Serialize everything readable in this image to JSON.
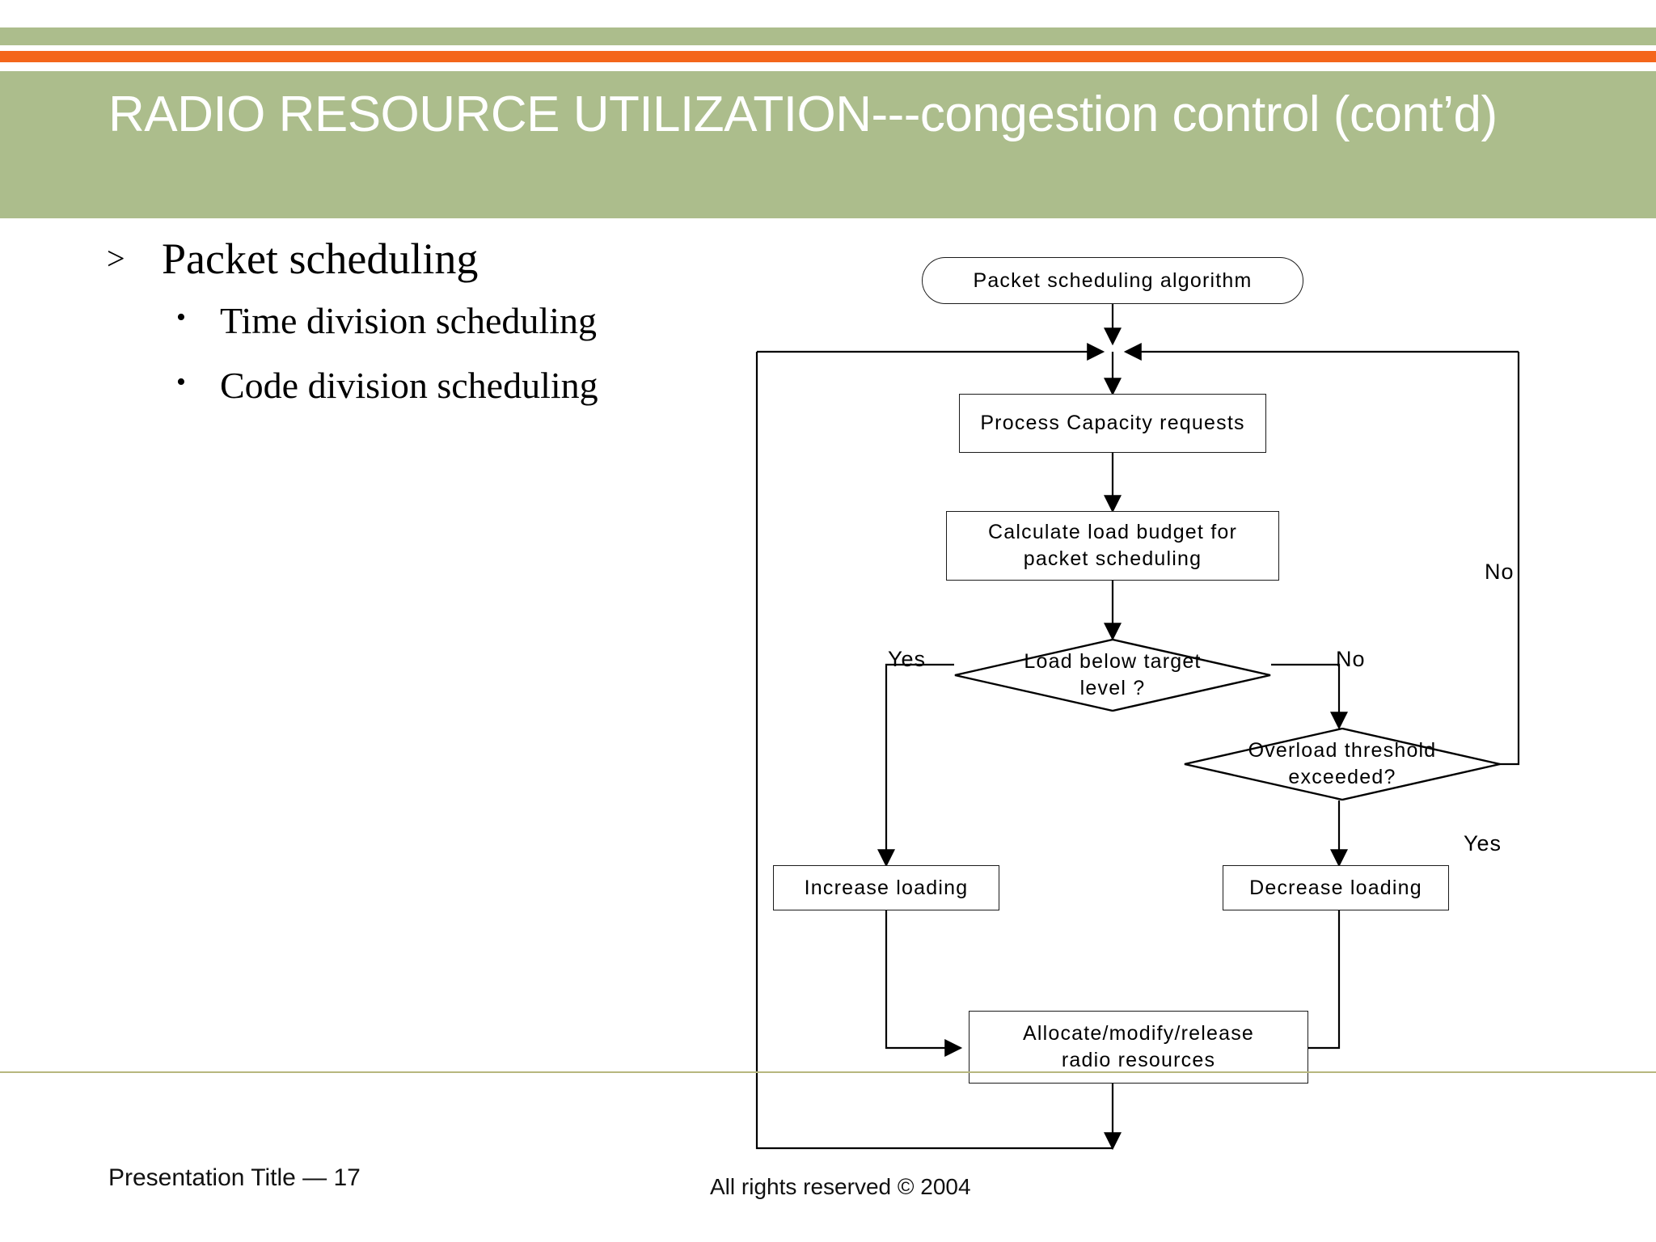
{
  "slide": {
    "title": "RADIO RESOURCE UTILIZATION---congestion control (cont’d)",
    "theme": {
      "band_green": "#acbd8c",
      "accent_orange": "#f4661b",
      "title_color": "#ffffff",
      "body_color": "#000000",
      "footer_rule": "#b7b77e"
    }
  },
  "content": {
    "level1_marker": ">",
    "level1_text": "Packet scheduling",
    "level2_marker": "•",
    "sub_bullets": [
      "Time division scheduling",
      "Code division scheduling"
    ]
  },
  "flowchart": {
    "type": "flowchart",
    "nodes": [
      {
        "id": "start",
        "shape": "oval",
        "text": "Packet scheduling algorithm"
      },
      {
        "id": "process",
        "shape": "rect",
        "text": "Process Capacity requests"
      },
      {
        "id": "calculate",
        "shape": "rect",
        "text": "Calculate load budget for\npacket scheduling"
      },
      {
        "id": "decision1",
        "shape": "diamond",
        "text": "Load below target\nlevel ?"
      },
      {
        "id": "decision2",
        "shape": "diamond",
        "text": "Overload threshold\nexceeded?"
      },
      {
        "id": "increase",
        "shape": "rect",
        "text": "Increase loading"
      },
      {
        "id": "decrease",
        "shape": "rect",
        "text": "Decrease loading"
      },
      {
        "id": "allocate",
        "shape": "rect",
        "text": "Allocate/modify/release\nradio resources"
      }
    ],
    "edge_labels": {
      "decision1_yes": "Yes",
      "decision1_no": "No",
      "decision2_yes": "Yes",
      "decision2_no": "No"
    }
  },
  "footer": {
    "left": "Presentation Title — 17",
    "center": "All rights reserved © 2004"
  }
}
